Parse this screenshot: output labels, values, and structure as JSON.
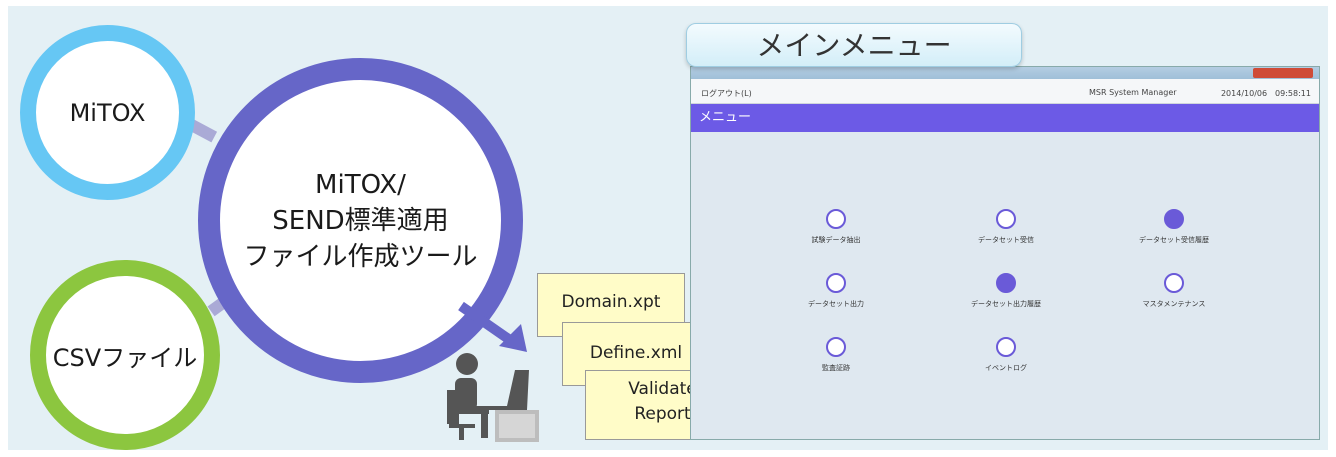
{
  "circles": {
    "mitox": "MiTOX",
    "csv": "CSVファイル",
    "tool": [
      "MiTOX/",
      "SEND標準適用",
      "ファイル作成ツール"
    ]
  },
  "documents": [
    "Domain.xpt",
    "Define.xml",
    "Validate",
    "Report"
  ],
  "screen": {
    "tab_title": "メインメニュー",
    "logout": "ログアウト(L)",
    "user": "MSR System Manager",
    "datetime": "2014/10/06　09:58:11",
    "header": "メニュー",
    "menu_items": [
      "試験データ抽出",
      "データセット受信",
      "データセット受信履歴",
      "データセット出力",
      "データセット出力履歴",
      "マスタメンテナンス",
      "監査証跡",
      "イベントログ"
    ]
  },
  "colors": {
    "mitox_ring": "#66c7f4",
    "csv_ring": "#8cc63f",
    "tool_ring": "#6666c8",
    "menu_header": "#6c5ae6",
    "doc_fill": "#fffcc8"
  }
}
